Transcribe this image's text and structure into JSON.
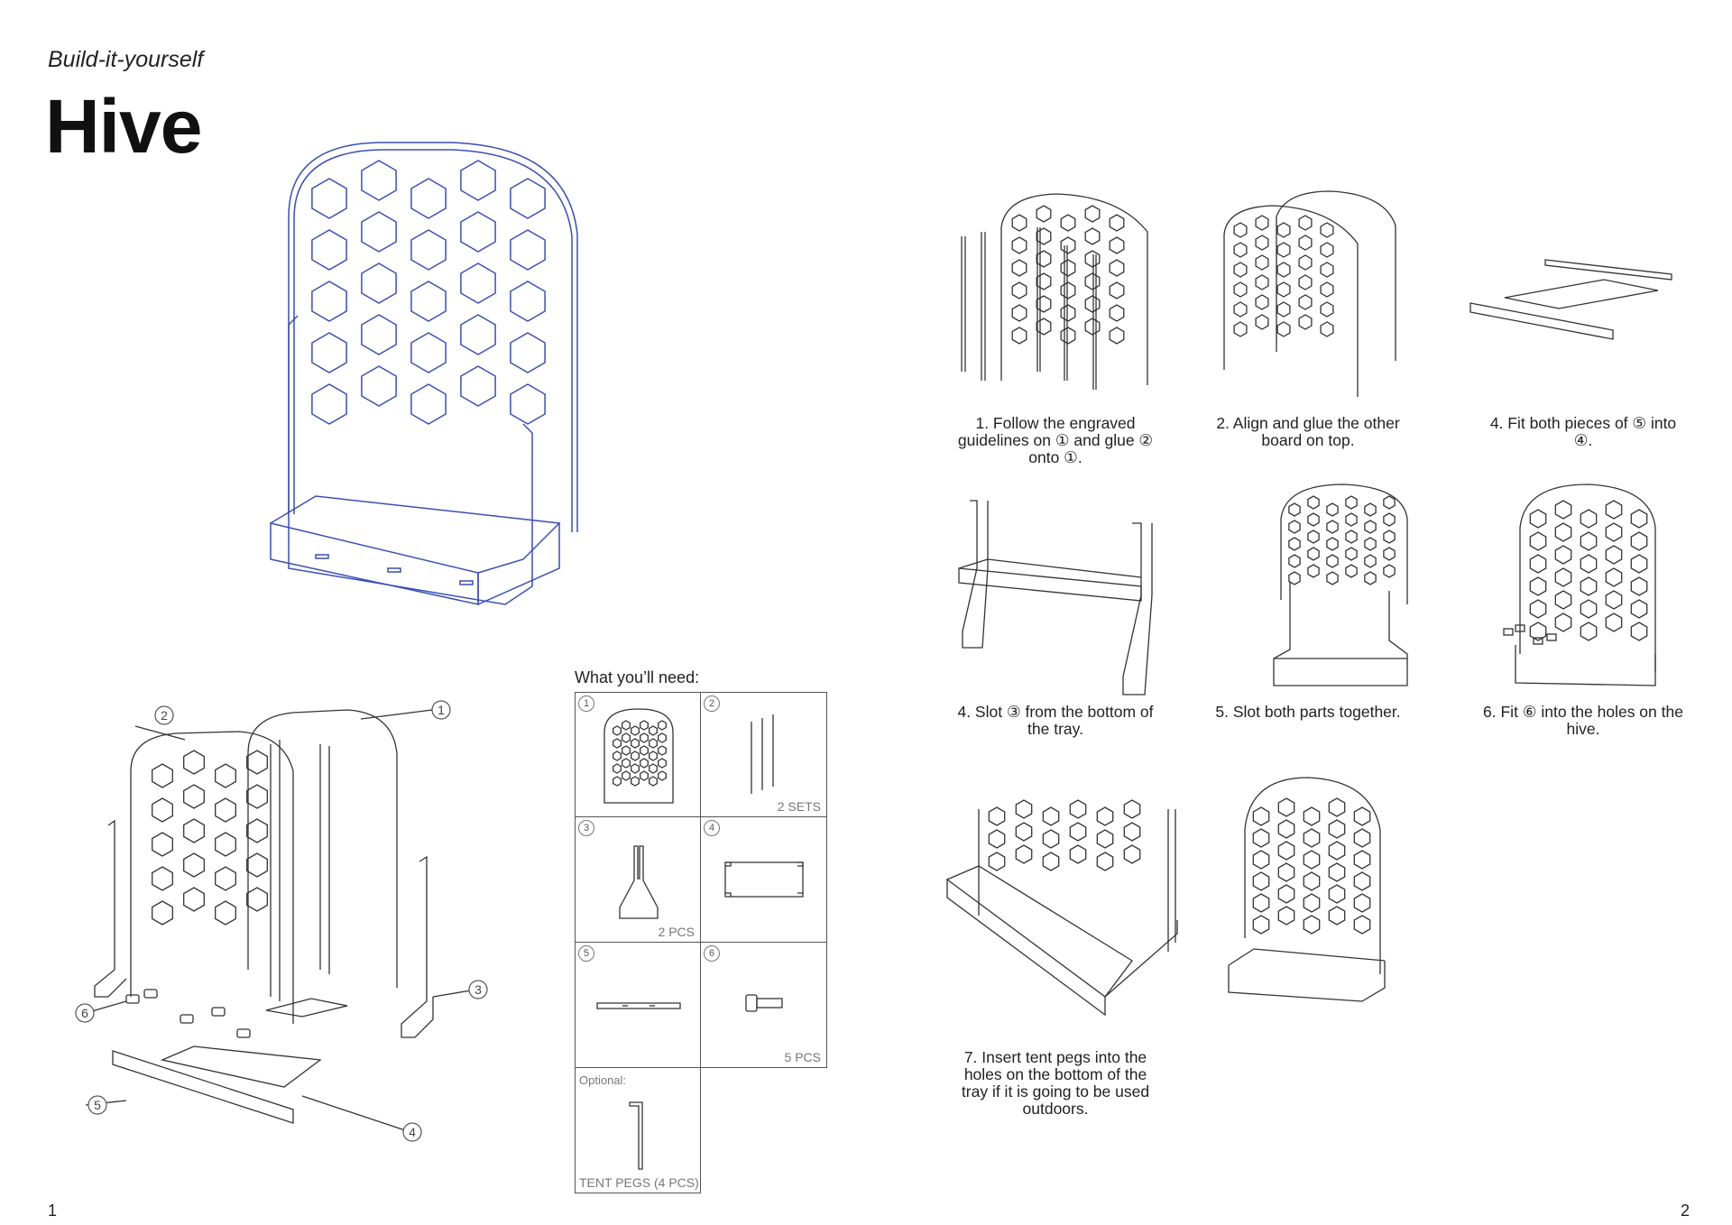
{
  "header": {
    "subtitle": "Build-it-yourself",
    "title": "Hive"
  },
  "parts_list": {
    "heading": "What you’ll need:",
    "cells": [
      {
        "num": "1",
        "qty": ""
      },
      {
        "num": "2",
        "qty": "2 SETS"
      },
      {
        "num": "3",
        "qty": "2 PCS"
      },
      {
        "num": "4",
        "qty": ""
      },
      {
        "num": "5",
        "qty": ""
      },
      {
        "num": "6",
        "qty": "5 PCS"
      }
    ],
    "optional_label": "Optional:",
    "optional_item": "TENT PEGS (4 PCS)"
  },
  "exploded_callouts": [
    "1",
    "2",
    "3",
    "4",
    "5",
    "6"
  ],
  "steps": [
    {
      "text": "1. Follow the engraved guidelines on ① and glue ② onto ①."
    },
    {
      "text": "2. Align and glue the other board on top."
    },
    {
      "text": "4. Fit both pieces of ⑤ into ④."
    },
    {
      "text": "4. Slot ③ from the bottom of the tray."
    },
    {
      "text": "5. Slot both parts together."
    },
    {
      "text": "6. Fit ⑥ into the holes on the hive."
    },
    {
      "text": "7. Insert tent pegs into the holes on the bottom of the tray if it is going to be used outdoors."
    }
  ],
  "page_numbers": {
    "left": "1",
    "right": "2"
  },
  "colors": {
    "line": "#333333",
    "accent_line": "#3a4fb6",
    "text": "#1a1a1a"
  }
}
